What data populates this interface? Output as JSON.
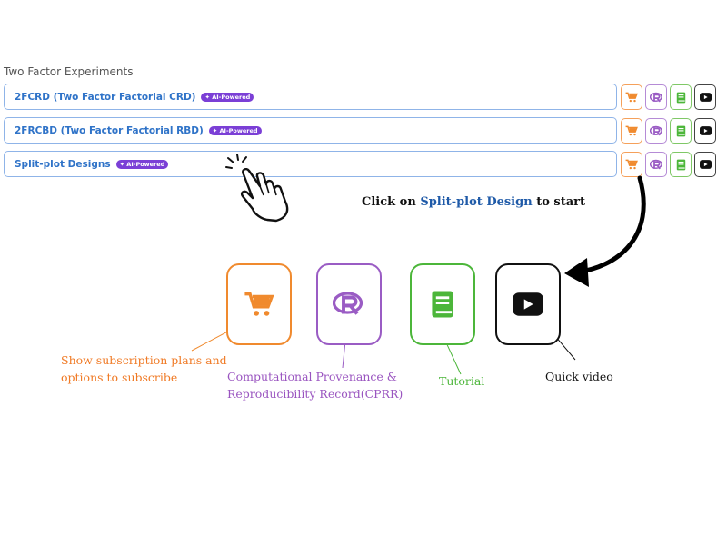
{
  "section": {
    "title": "Two Factor Experiments"
  },
  "experiments": [
    {
      "label": "2FCRD (Two Factor Factorial CRD)",
      "badge": "✦ AI-Powered"
    },
    {
      "label": "2FRCBD (Two Factor Factorial RBD)",
      "badge": "✦ AI-Powered"
    },
    {
      "label": "Split-plot Designs",
      "badge": "✦ AI-Powered"
    }
  ],
  "instruction": {
    "prefix": "Click on ",
    "highlight": "Split-plot Design",
    "suffix": " to start"
  },
  "annotations": {
    "subscribe": [
      "Show subscription plans and",
      "options to subscribe"
    ],
    "cprr": [
      "Computational Provenance &",
      "Reproducibility Record(CPRR)"
    ],
    "tutorial": "Tutorial",
    "video": "Quick video"
  },
  "icons": {
    "subscribe": "cart-icon",
    "cprr": "r-logo-icon",
    "tutorial": "book-icon",
    "video": "youtube-play-icon"
  },
  "colors": {
    "subscribe": "#f08a2e",
    "cprr": "#9a5cc4",
    "tutorial": "#4cb63a",
    "video": "#111111",
    "row_border": "#8fb4e8",
    "row_text": "#2f73c8",
    "badge": "#7b3fd6",
    "highlight": "#1f5aa8"
  }
}
